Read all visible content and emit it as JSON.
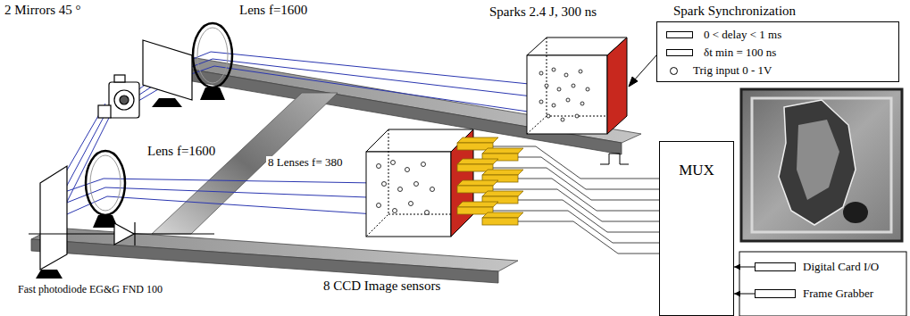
{
  "diagram": {
    "nodes": [
      {
        "text": [
          "Spark Synchronization",
          "0 < delay < 1 ms",
          "δt min = 100 ns",
          "Trig input 0 - 1V"
        ]
      },
      {
        "text": [
          "MUX"
        ]
      },
      {
        "text": [
          "Digital Card I/O"
        ]
      },
      {
        "text": [
          "Frame Grabber"
        ]
      }
    ],
    "edges": [
      {
        "from": 2,
        "to": 1,
        "arrow": "to"
      },
      {
        "from": 3,
        "to": 1,
        "arrow": "to"
      }
    ],
    "labels": [
      "2 Mirrors 45 °",
      "Lens f=1600",
      "Lens f=1600",
      "Sparks 2.4 J, 300 ns",
      "8 Lenses f= 380",
      "Fast photodiode EG&G FND 100",
      "8 CCD Image sensors"
    ]
  }
}
